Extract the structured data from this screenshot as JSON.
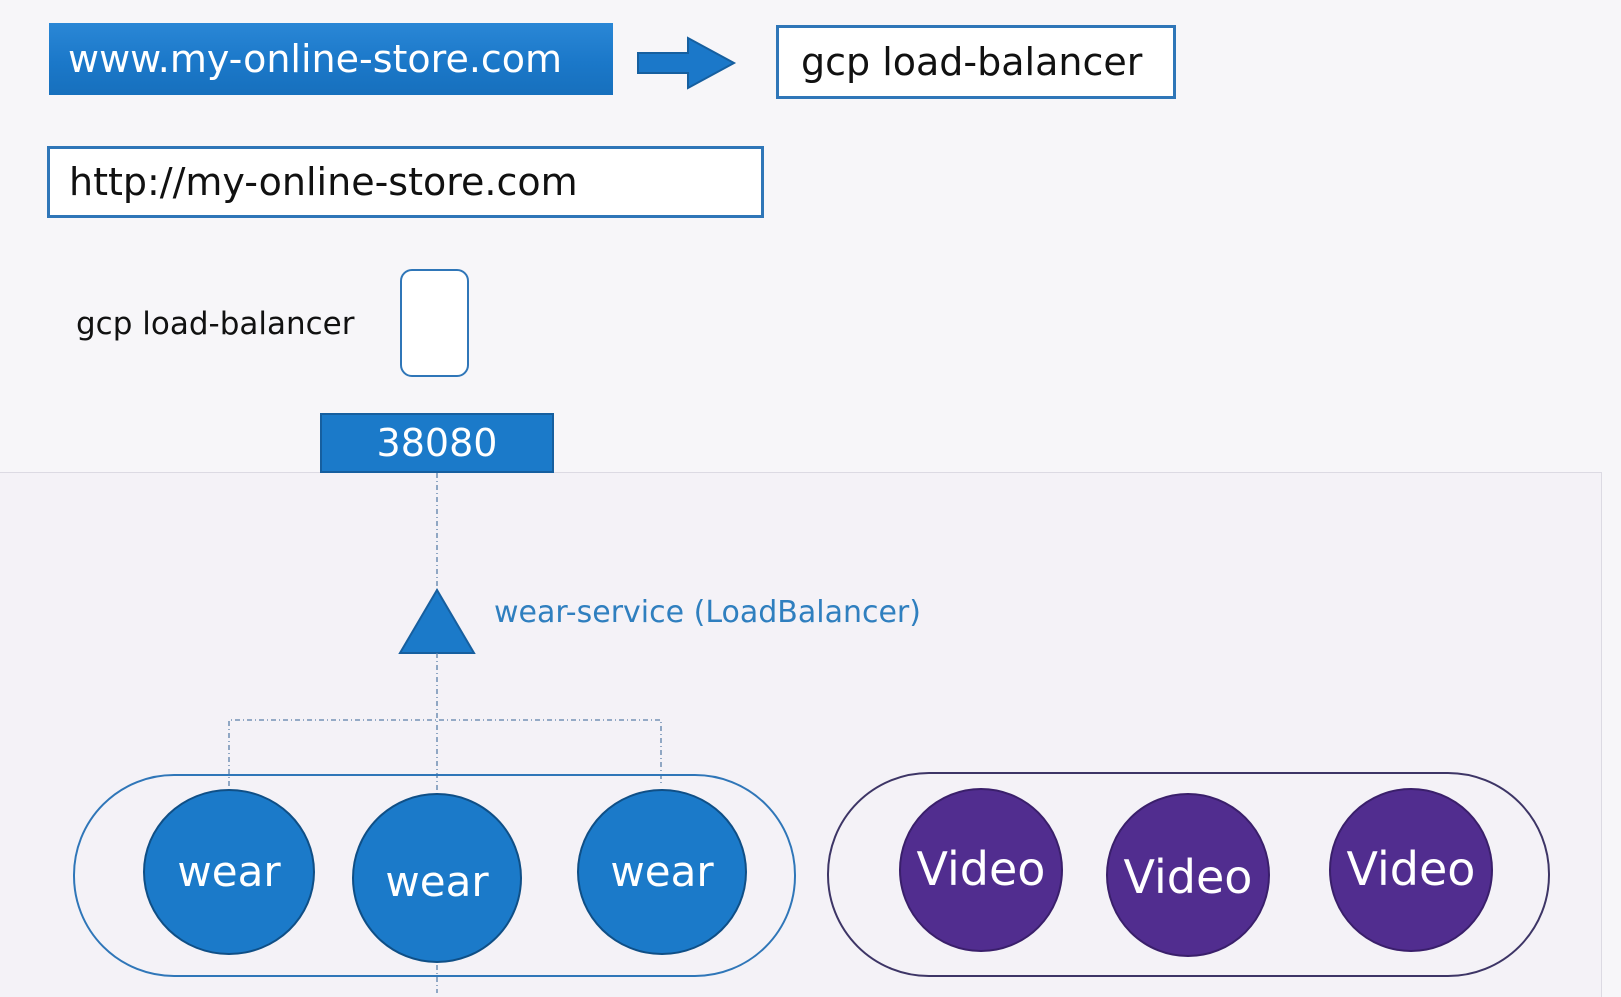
{
  "diagram": {
    "url_primary": "www.my-online-store.com",
    "lb_box_label": "gcp load-balancer",
    "url_http": "http://my-online-store.com",
    "lb_node_label": "gcp load-balancer",
    "node_port": "38080",
    "service_label": "wear-service (LoadBalancer)",
    "wear_pods": [
      "wear",
      "wear",
      "wear"
    ],
    "video_pods": [
      "Video",
      "Video",
      "Video"
    ]
  },
  "colors": {
    "wear_blue": "#1b7ac9",
    "video_purple": "#512d8f",
    "outline_blue": "#2f76b8",
    "background": "#f7f6f9"
  }
}
